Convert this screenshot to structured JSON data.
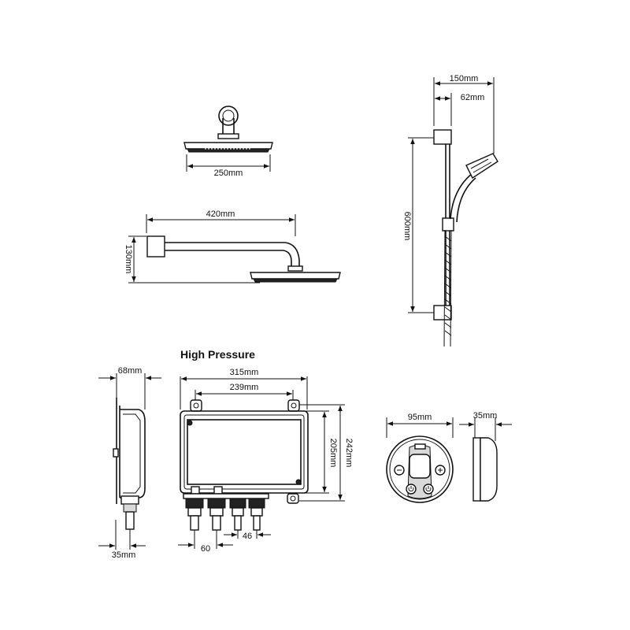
{
  "dimensions": {
    "head_width": "250mm",
    "arm_length": "420mm",
    "arm_drop": "130mm",
    "rail_depth": "150mm",
    "rail_offset": "62mm",
    "rail_length": "600mm",
    "unit_depth": "68mm",
    "unit_width": "315mm",
    "unit_fixing_centres": "239mm",
    "unit_height": "205mm",
    "unit_overall_height": "242mm",
    "inlet_spacing": "60",
    "outlet_spacing": "46",
    "inlet_depth": "35mm",
    "control_diameter": "95mm",
    "control_depth": "35mm"
  },
  "section_title": "High Pressure",
  "control_icons": [
    "minus-icon",
    "plus-icon",
    "power-icon",
    "power-icon"
  ],
  "colors": {
    "line": "#111111",
    "background": "#ffffff"
  }
}
